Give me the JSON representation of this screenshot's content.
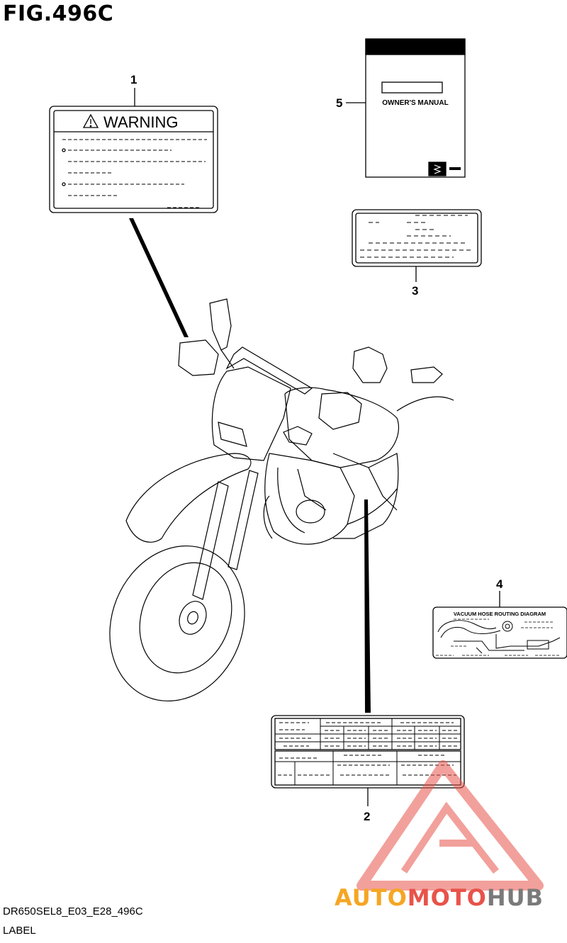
{
  "figure_title": "FIG.496C",
  "callouts": [
    "1",
    "2",
    "3",
    "4",
    "5"
  ],
  "warning_label": {
    "heading": "WARNING",
    "icon": "warning-triangle-icon"
  },
  "owners_manual": {
    "title": "OWNER'S MANUAL",
    "logo_icon": "suzuki-logo-icon"
  },
  "vacuum_label": {
    "title": "VACUUM HOSE ROUTING DIAGRAM"
  },
  "footer": {
    "model_code": "DR650SEL8_E03_E28_496C",
    "caption": "LABEL"
  },
  "watermark": {
    "part1": "AUTO",
    "part2": "MOTO",
    "part3": "HUB",
    "colors": {
      "orange": "#f5a623",
      "red": "#e8534a",
      "gray": "#7a7a7a"
    }
  }
}
